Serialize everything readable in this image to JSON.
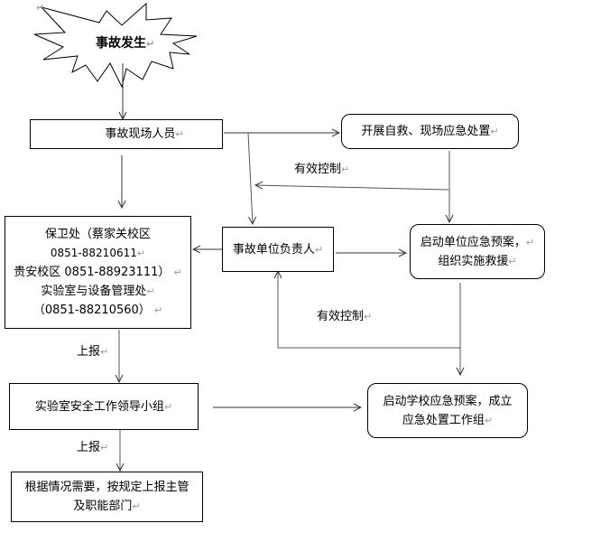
{
  "start": {
    "label": "事故发生"
  },
  "nodes": {
    "scene_personnel": "事故现场人员",
    "self_rescue": "开展自救、现场应急处置",
    "security": {
      "line1": "保卫处（蔡家关校区",
      "line2": "0851-88210611",
      "line3": "贵安校区 0851-88923111）",
      "line4": "实验室与设备管理处",
      "line5": "（0851-88210560）"
    },
    "unit_head": "事故单位负责人",
    "unit_plan": {
      "line1": "启动单位应急预案，",
      "line2": "组织实施救援"
    },
    "lab_group": "实验室安全工作领导小组",
    "school_plan": {
      "line1": "启动学校应急预案，成立",
      "line2": "应急处置工作组"
    },
    "report_upper": {
      "line1": "根据情况需要，按规定上报主管",
      "line2": "及职能部门"
    }
  },
  "edge_labels": {
    "effective_control_1": "有效控制",
    "effective_control_2": "有效控制",
    "report_1": "上报",
    "report_2": "上报"
  },
  "paragraph_mark": "↵"
}
